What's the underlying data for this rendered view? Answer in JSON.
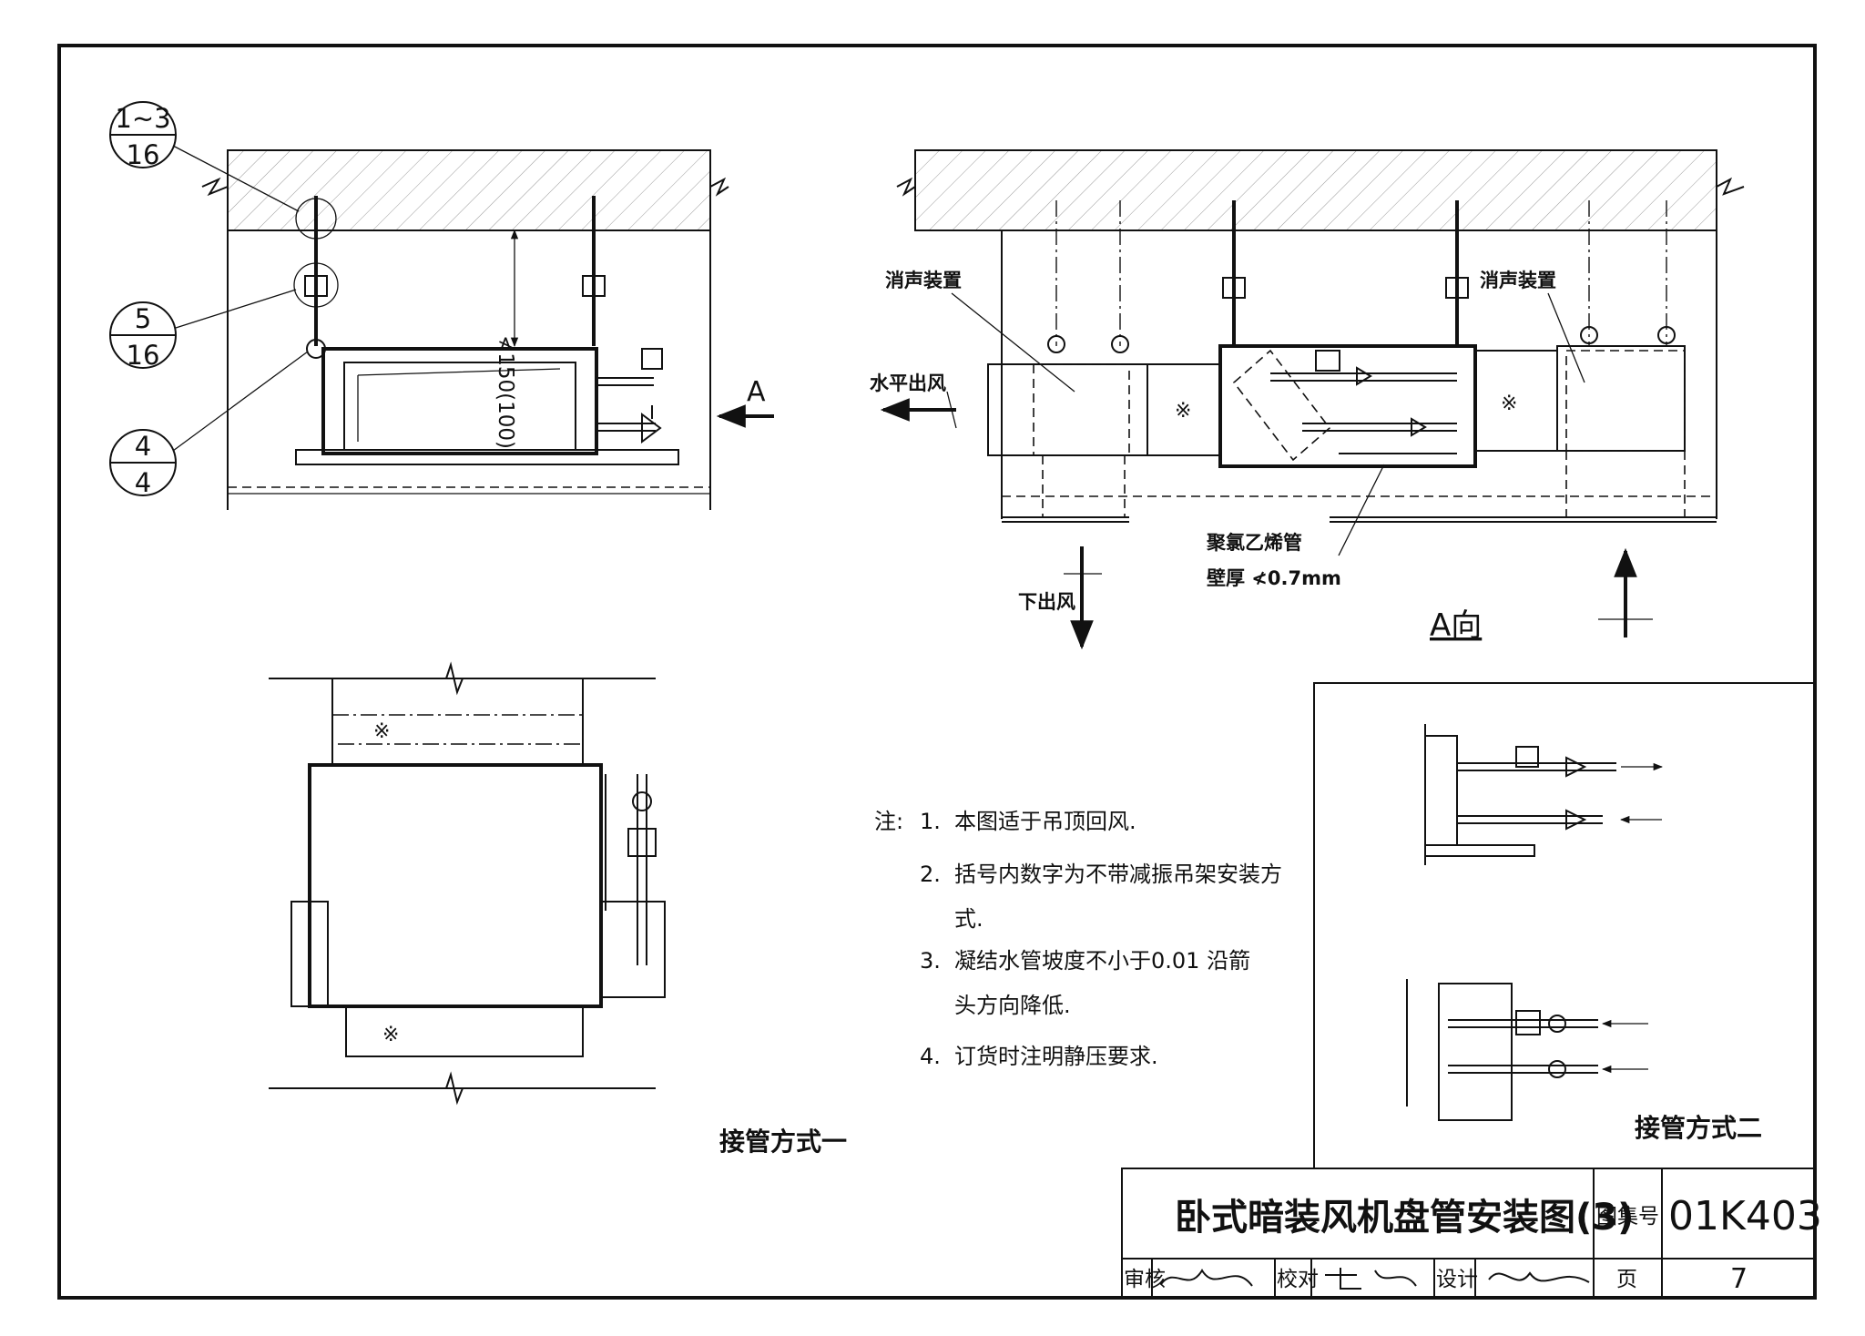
{
  "callouts": [
    {
      "top": "1~3",
      "bottom": "16"
    },
    {
      "top": "5",
      "bottom": "16"
    },
    {
      "top": "4",
      "bottom": "4"
    }
  ],
  "dimensions": {
    "hanger_gap": "≮150(100)",
    "pe_wall": "壁厚 ≮0.7mm"
  },
  "labels": {
    "arrow_a": "A",
    "muffler_left": "消声装置",
    "muffler_right": "消声装置",
    "horizontal_outlet": "水平出风",
    "bottom_outlet": "下出风",
    "pe_pipe": "聚氯乙烯管",
    "view_a": "A向",
    "piping_method_1": "接管方式一",
    "piping_method_2": "接管方式二"
  },
  "notes": {
    "heading": "注:",
    "items": [
      {
        "num": "1.",
        "lines": [
          "本图适于吊顶回风."
        ]
      },
      {
        "num": "2.",
        "lines": [
          "括号内数字为不带减振吊架安装方",
          "式."
        ]
      },
      {
        "num": "3.",
        "lines": [
          "凝结水管坡度不小于0.01  沿箭",
          "头方向降低."
        ]
      },
      {
        "num": "4.",
        "lines": [
          "订货时注明静压要求."
        ]
      }
    ]
  },
  "title_block": {
    "title": "卧式暗装风机盘管安装图(3)",
    "atlas_label": "图集号",
    "atlas_number": "01K403",
    "review_label": "审核",
    "check_label": "校对",
    "design_label": "设计",
    "page_label": "页",
    "page_number": "7"
  }
}
